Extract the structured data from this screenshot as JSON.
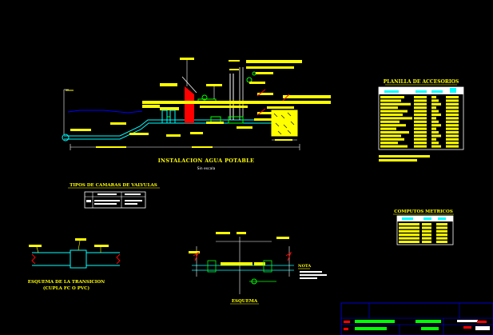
{
  "drawing": {
    "background": "#000000",
    "colors": {
      "yellow": "#ffff00",
      "red": "#ff0000",
      "green": "#00ff00",
      "cyan": "#00ffff",
      "blue": "#0000ff",
      "magenta": "#ff00ff",
      "white": "#ffffff"
    }
  },
  "main_section": {
    "title": "INSTALACION AGUA POTABLE",
    "subtitle": "Sin escala"
  },
  "accessories_table": {
    "title": "PLANILLA DE ACCESORIOS"
  },
  "valve_chambers": {
    "title": "TIPOS DE CAMARAS DE VALVULAS"
  },
  "meters_table": {
    "title": "COMPUTOS METRICOS"
  },
  "transition_detail": {
    "title_line1": "ESQUEMA DE LA TRANSICION",
    "title_line2": "(CUPLA FC O PVC)"
  },
  "scheme_detail": {
    "title": "ESQUEMA"
  },
  "note": {
    "label": "NOTA"
  }
}
